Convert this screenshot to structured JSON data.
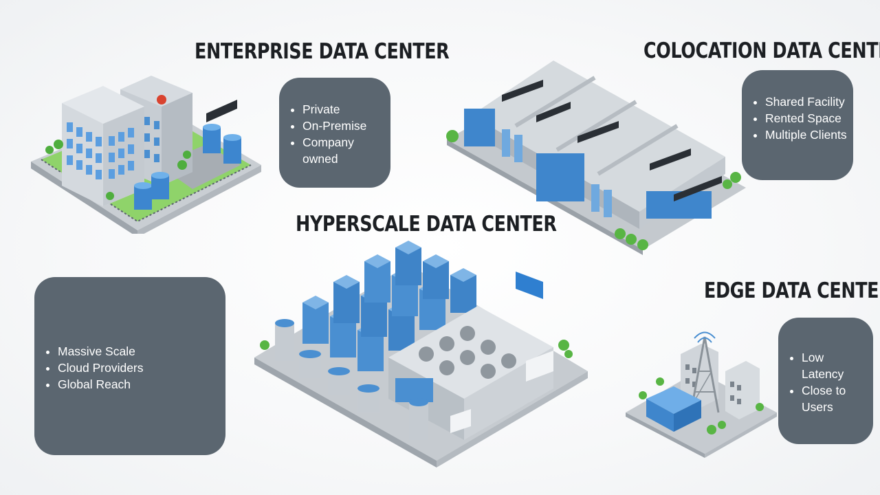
{
  "enterprise": {
    "title": "ENTERPRISE DATA CENTER",
    "points": [
      "Private",
      "On-Premise",
      "Company owned"
    ]
  },
  "colocation": {
    "title": "COLOCATION DATA CENTER",
    "points": [
      "Shared Facility",
      "Rented Space",
      "Multiple Clients"
    ]
  },
  "hyperscale": {
    "title": "HYPERSCALE DATA CENTER",
    "points": [
      "Massive Scale",
      "Cloud Providers",
      "Global Reach"
    ]
  },
  "edge": {
    "title": "EDGE DATA CENTER",
    "points": [
      "Low Latency",
      "Close to Users"
    ]
  },
  "colors": {
    "card": "#5b6670",
    "title": "#1c1f23",
    "building_blue": "#4a8fd1",
    "lawn": "#8fd36a",
    "base": "#c4c9ce"
  },
  "icons": [
    "enterprise-building-illustration",
    "colocation-facility-illustration",
    "hyperscale-campus-illustration",
    "edge-site-illustration"
  ]
}
